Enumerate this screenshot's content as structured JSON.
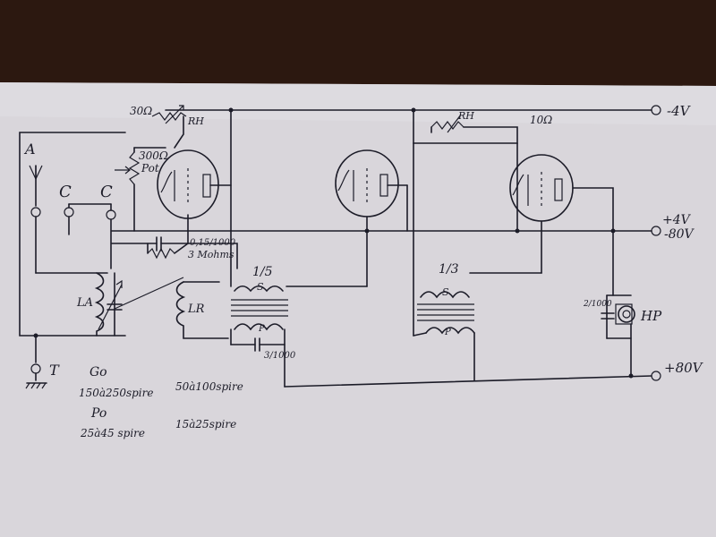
{
  "terminals": {
    "minus_4v": "-4V",
    "plus_4v": "+4V",
    "minus_80v": "-80V",
    "plus_80v": "+80V"
  },
  "antenna": {
    "a": "A",
    "c1": "C",
    "c2": "C",
    "t": "T"
  },
  "stage1": {
    "rheostat_value": "30Ω",
    "rh": "RH",
    "pot_value": "300Ω",
    "pot_label": "Pot",
    "grid_cap": "0,15/1000",
    "grid_leak": "3 Mohms",
    "coil_la": "LA",
    "coil_lr": "LR"
  },
  "stage2": {
    "transformer_ratio": "1/5",
    "s": "S",
    "p": "P",
    "bypass_cap": "3/1000"
  },
  "stage3": {
    "rh": "RH",
    "rheostat_value": "10Ω",
    "transformer_ratio": "1/3",
    "s": "S",
    "p": "P"
  },
  "output": {
    "cap": "2/1000",
    "hp": "HP"
  },
  "notes": {
    "go": "Go",
    "go_spire": "150à250spire",
    "po": "Po",
    "po_spire": "25à45 spire",
    "lr_spire1": "50à100spire",
    "lr_spire2": "15à25spire"
  }
}
